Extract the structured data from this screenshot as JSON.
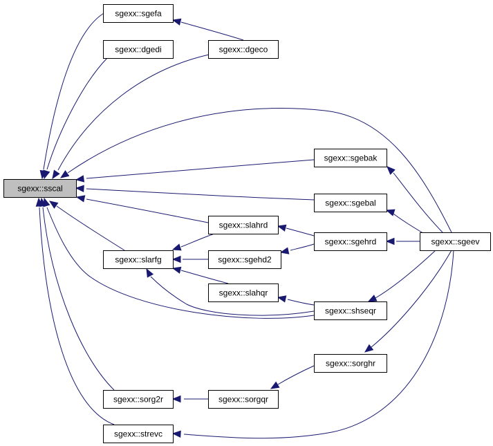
{
  "graph": {
    "root": "sscal",
    "nodes": [
      {
        "id": "sscal",
        "label": "sgexx::sscal"
      },
      {
        "id": "sgefa",
        "label": "sgexx::sgefa"
      },
      {
        "id": "dgedi",
        "label": "sgexx::dgedi"
      },
      {
        "id": "dgeco",
        "label": "sgexx::dgeco"
      },
      {
        "id": "sgebak",
        "label": "sgexx::sgebak"
      },
      {
        "id": "sgebal",
        "label": "sgexx::sgebal"
      },
      {
        "id": "slahrd",
        "label": "sgexx::slahrd"
      },
      {
        "id": "sgehrd",
        "label": "sgexx::sgehrd"
      },
      {
        "id": "sgeev",
        "label": "sgexx::sgeev"
      },
      {
        "id": "slarfg",
        "label": "sgexx::slarfg"
      },
      {
        "id": "sgehd2",
        "label": "sgexx::sgehd2"
      },
      {
        "id": "slahqr",
        "label": "sgexx::slahqr"
      },
      {
        "id": "shseqr",
        "label": "sgexx::shseqr"
      },
      {
        "id": "sorghr",
        "label": "sgexx::sorghr"
      },
      {
        "id": "sorg2r",
        "label": "sgexx::sorg2r"
      },
      {
        "id": "sorgqr",
        "label": "sgexx::sorgqr"
      },
      {
        "id": "strevc",
        "label": "sgexx::strevc"
      }
    ],
    "edges": [
      {
        "from": "sgefa",
        "to": "sscal"
      },
      {
        "from": "dgedi",
        "to": "sscal"
      },
      {
        "from": "dgeco",
        "to": "sscal"
      },
      {
        "from": "dgeco",
        "to": "sgefa"
      },
      {
        "from": "sgeev",
        "to": "sscal"
      },
      {
        "from": "sgebak",
        "to": "sscal"
      },
      {
        "from": "sgebal",
        "to": "sscal"
      },
      {
        "from": "slahrd",
        "to": "sscal"
      },
      {
        "from": "slarfg",
        "to": "sscal"
      },
      {
        "from": "shseqr",
        "to": "sscal"
      },
      {
        "from": "sorg2r",
        "to": "sscal"
      },
      {
        "from": "strevc",
        "to": "sscal"
      },
      {
        "from": "sgeev",
        "to": "sgebak"
      },
      {
        "from": "sgeev",
        "to": "sgebal"
      },
      {
        "from": "sgeev",
        "to": "sgehrd"
      },
      {
        "from": "sgeev",
        "to": "shseqr"
      },
      {
        "from": "sgeev",
        "to": "sorghr"
      },
      {
        "from": "sgeev",
        "to": "strevc"
      },
      {
        "from": "slahrd",
        "to": "slarfg"
      },
      {
        "from": "sgehd2",
        "to": "slarfg"
      },
      {
        "from": "slahqr",
        "to": "slarfg"
      },
      {
        "from": "shseqr",
        "to": "slarfg"
      },
      {
        "from": "sgehrd",
        "to": "slahrd"
      },
      {
        "from": "sgehrd",
        "to": "sgehd2"
      },
      {
        "from": "shseqr",
        "to": "slahqr"
      },
      {
        "from": "sorghr",
        "to": "sorgqr"
      },
      {
        "from": "sorgqr",
        "to": "sorg2r"
      }
    ]
  }
}
